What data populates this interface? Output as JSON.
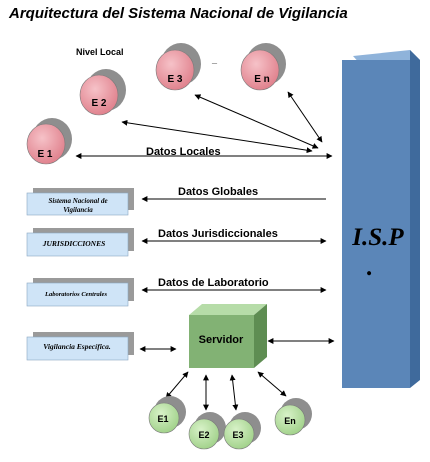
{
  "title": "Arquitectura del Sistema Nacional de Vigilancia",
  "nivel_local": "Nivel Local",
  "dash": "_",
  "local_nodes": [
    {
      "label": "E 1"
    },
    {
      "label": "E 2"
    },
    {
      "label": "E 3"
    },
    {
      "label": "E n"
    }
  ],
  "flows": {
    "datos_locales": "Datos Locales",
    "datos_globales": "Datos Globales",
    "datos_jurisdiccionales": "Datos Jurisdiccionales",
    "datos_laboratorio": "Datos de Laboratorio"
  },
  "boxes": [
    {
      "label": "Sistema Nacional de",
      "label2": "Vigilancia"
    },
    {
      "label": "JURISDICCIONES"
    },
    {
      "label": "Laboratorios Centrales"
    },
    {
      "label": "Vigilancia Específica."
    }
  ],
  "servidor": "Servidor",
  "isp": "I.S.P",
  "isp_dot": ".",
  "server_nodes": [
    {
      "label": "E1"
    },
    {
      "label": "E2"
    },
    {
      "label": "E3"
    },
    {
      "label": "En"
    }
  ],
  "colors": {
    "node_pink": "#e8909a",
    "node_shadow": "#8e8e8e",
    "isp_blue": "#5b86b8",
    "box_blue": "#cfe4f7",
    "server_green": "#82b274",
    "node_green": "#b8e0a4"
  }
}
